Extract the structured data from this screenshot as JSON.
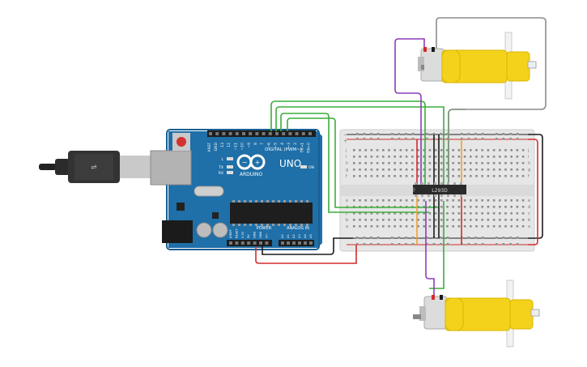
{
  "colors": {
    "arduino_blue": "#1f6fa8",
    "arduino_dark": "#195f91",
    "breadboard": "#e6e6e6",
    "breadboard_hole": "#8d8d8d",
    "rail_red": "#d42b2b",
    "rail_black": "#222222",
    "wire_green": "#3aae3a",
    "wire_purple": "#8e3db8",
    "wire_red": "#d42b2b",
    "wire_black": "#1a1a1a",
    "wire_gray": "#8c8c8c",
    "wire_orange": "#f0a030",
    "motor_yellow": "#f4d21b",
    "ic_body": "#2a2a2a"
  },
  "arduino": {
    "model": "UNO",
    "brand": "ARDUINO",
    "digital_label": "DIGITAL (PWM~)",
    "power_label": "POWER",
    "analog_label": "ANALOG IN",
    "led_labels": [
      "L",
      "TX",
      "RX",
      "ON"
    ],
    "aref": "AREF",
    "gnd": "GND",
    "digital_pins": [
      "13",
      "12",
      "~11",
      "~10",
      "~9",
      "8",
      "7",
      "~6",
      "~5",
      "4",
      "~3",
      "2",
      "TX→1",
      "RX←0"
    ],
    "power_pins": [
      "IOREF",
      "RESET",
      "3.3V",
      "5V",
      "GND",
      "GND",
      "Vin"
    ],
    "analog_pins": [
      "A0",
      "A1",
      "A2",
      "A3",
      "A4",
      "A5"
    ]
  },
  "ic": {
    "label": "L293D"
  },
  "breadboard": {
    "row_letters_top": [
      "j",
      "i",
      "h",
      "g",
      "f"
    ],
    "row_letters_bottom": [
      "e",
      "d",
      "c",
      "b",
      "a"
    ],
    "rail_plus": "+",
    "rail_minus": "−"
  },
  "components": [
    "usb-cable",
    "arduino-uno",
    "breadboard",
    "l293d-driver",
    "dc-motor-top",
    "dc-motor-bottom"
  ]
}
